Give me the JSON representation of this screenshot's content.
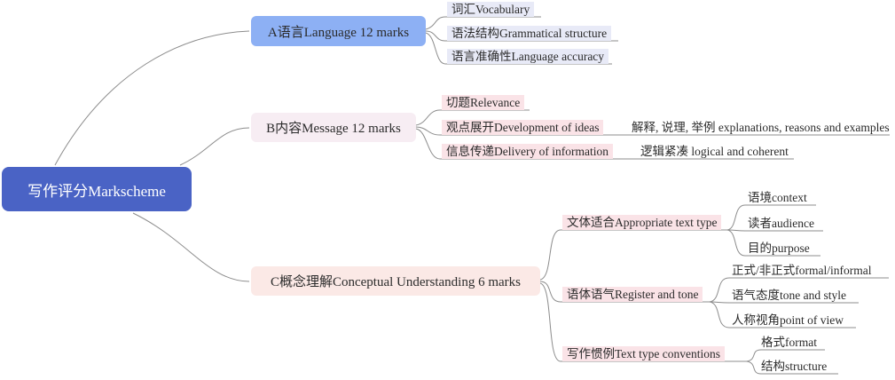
{
  "title": "写作评分Markscheme mind map",
  "root": {
    "label": "写作评分Markscheme"
  },
  "branches": {
    "a": {
      "label": "A语言Language 12 marks",
      "children": [
        {
          "label": "词汇Vocabulary"
        },
        {
          "label": "语法结构Grammatical structure"
        },
        {
          "label": "语言准确性Language accuracy"
        }
      ]
    },
    "b": {
      "label": "B内容Message 12 marks",
      "children": [
        {
          "label": "切题Relevance"
        },
        {
          "label": "观点展开Development of ideas",
          "detail": "解释, 说理, 举例 explanations, reasons and examples"
        },
        {
          "label": "信息传递Delivery of information",
          "detail": "逻辑紧凑 logical and coherent"
        }
      ]
    },
    "c": {
      "label": "C概念理解Conceptual Understanding 6 marks",
      "children": [
        {
          "label": "文体适合Appropriate text type",
          "leaves": [
            "语境context",
            "读者audience",
            "目的purpose"
          ]
        },
        {
          "label": "语体语气Register and tone",
          "leaves": [
            "正式/非正式formal/informal",
            "语气态度tone and style",
            "人称视角point of view"
          ]
        },
        {
          "label": "写作惯例Text type conventions",
          "leaves": [
            "格式format",
            "结构structure"
          ]
        }
      ]
    }
  },
  "colors": {
    "root_fill": "#4a63c5",
    "root_text": "#ffffff",
    "branch_a_fill": "#8db0f4",
    "branch_b_fill": "#f7edf3",
    "branch_c_fill": "#fbe9e6",
    "highlight_blue": "#e8eaf7",
    "highlight_pink": "#fae3e7",
    "line": "#8c8c8c",
    "text": "#2b2b2b"
  }
}
